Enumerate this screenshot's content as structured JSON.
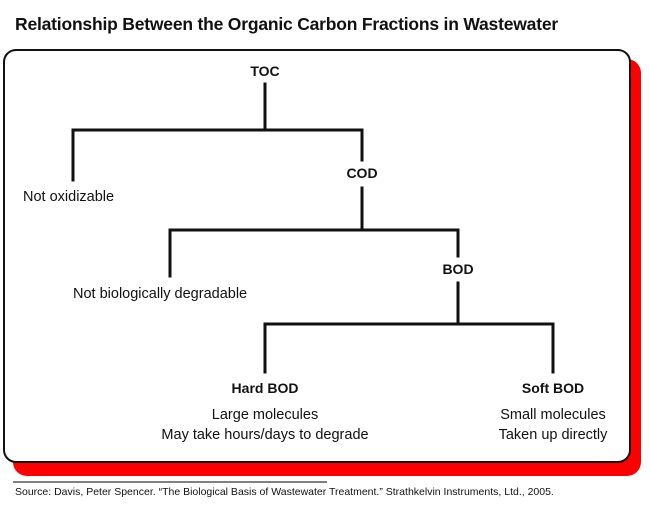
{
  "title": "Relationship Between the Organic Carbon Fractions in Wastewater",
  "colors": {
    "shadow": "#ff0000",
    "line": "#111111",
    "box_border": "#111111",
    "source_rule": "#808080"
  },
  "tree": {
    "root": "TOC",
    "level1": {
      "left_leaf": "Not oxidizable",
      "right_node": "COD"
    },
    "level2": {
      "left_leaf": "Not biologically degradable",
      "right_node": "BOD"
    },
    "level3": {
      "left": {
        "label": "Hard BOD",
        "lines": [
          "Large molecules",
          "May take hours/days to degrade"
        ]
      },
      "right": {
        "label": "Soft BOD",
        "lines": [
          "Small molecules",
          "Taken up directly"
        ]
      }
    }
  },
  "source": "Source: Davis, Peter Spencer. “The Biological Basis of Wastewater Treatment.” Strathkelvin Instruments, Ltd., 2005."
}
